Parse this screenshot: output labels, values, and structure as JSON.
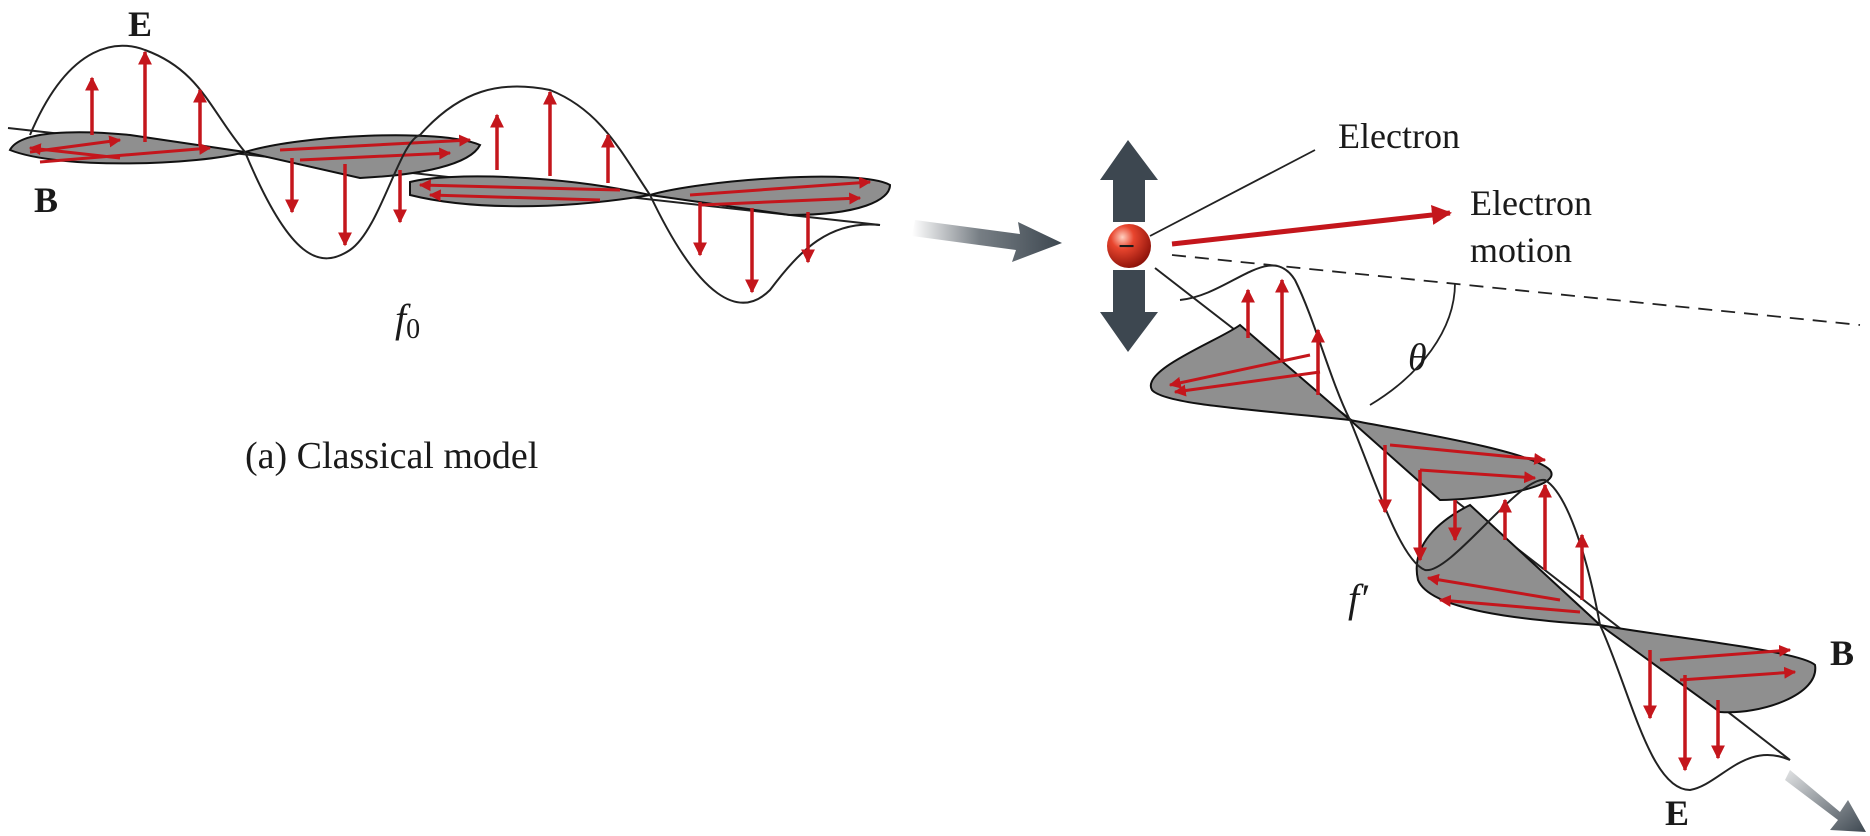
{
  "labels": {
    "incident_E": "E",
    "incident_B": "B",
    "incident_freq": "f",
    "incident_freq_sub": "0",
    "caption": "(a) Classical model",
    "electron": "Electron",
    "electron_motion_line1": "Electron",
    "electron_motion_line2": "motion",
    "angle": "θ",
    "scattered_freq": "f′",
    "scattered_B": "B",
    "scattered_E": "E",
    "electron_sign": "−"
  },
  "colors": {
    "e_field_arrow": "#c4161c",
    "b_field_fill": "#8a8a8a",
    "wave_line": "#222222",
    "big_arrow": "#3d4750",
    "electron_ball": "#d42a1e"
  },
  "icons": {
    "incoming_arrow": "wide-gradient-arrow-right",
    "oscillation_arrows": "gray-double-arrow-vertical",
    "scatter_arrow": "wide-gradient-arrow-down-right",
    "electron": "red-sphere-minus"
  }
}
